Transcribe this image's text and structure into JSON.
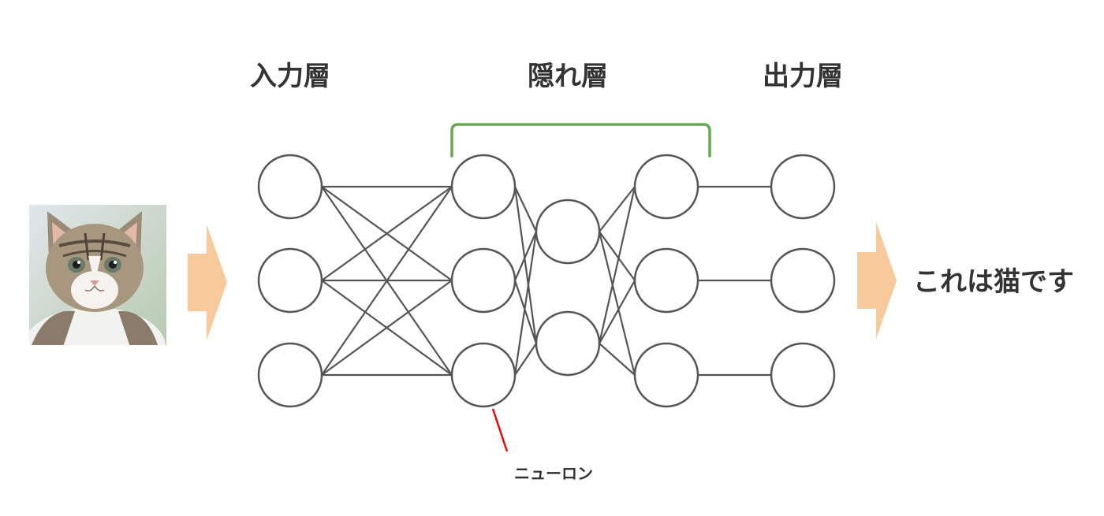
{
  "labels": {
    "input_layer": "入力層",
    "hidden_layer": "隠れ層",
    "output_layer": "出力層",
    "result": "これは猫です",
    "neuron_callout": "ニューロン"
  },
  "layers": [
    {
      "name": "input",
      "neurons": 3
    },
    {
      "name": "hidden-1",
      "neurons": 3
    },
    {
      "name": "hidden-2",
      "neurons": 2
    },
    {
      "name": "hidden-3",
      "neurons": 3
    },
    {
      "name": "output",
      "neurons": 3
    }
  ],
  "colors": {
    "arrow": "#f8c99a",
    "bracket": "#6aa84f",
    "callout_line": "#e01010",
    "stroke": "#555555",
    "text": "#333333"
  },
  "icons": {
    "input_image": "cat-photo"
  }
}
